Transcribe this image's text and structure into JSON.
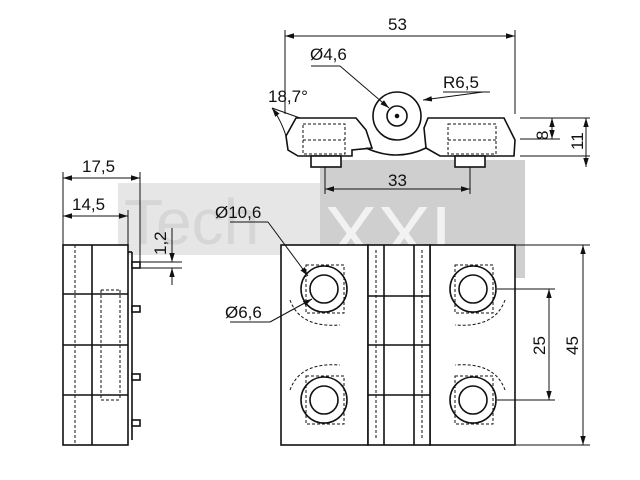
{
  "watermark": {
    "part1": "Tech",
    "part2": "XXL"
  },
  "top_view": {
    "overall_width": "53",
    "pin_diameter": "Ø4,6",
    "knuckle_radius": "R6,5",
    "angle": "18,7°",
    "height_small": "8",
    "height_large": "11",
    "stud_spacing": "33"
  },
  "side_view": {
    "width_outer": "17,5",
    "width_inner": "14,5",
    "stud_length": "1,2"
  },
  "front_view": {
    "counterbore_diameter": "Ø10,6",
    "hole_diameter": "Ø6,6",
    "hole_spacing": "25",
    "overall_height": "45"
  }
}
